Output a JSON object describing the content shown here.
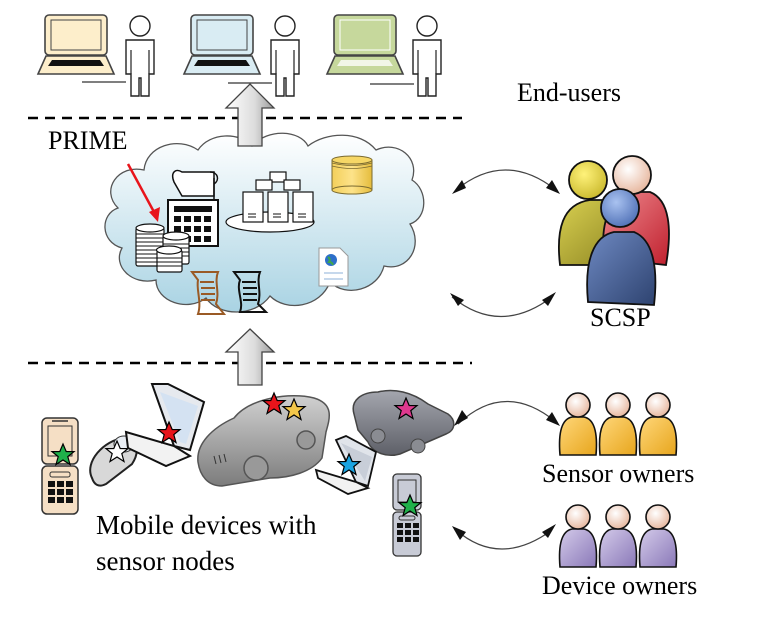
{
  "title": "System architecture: end-users, PRIME cloud, SCSP, mobile devices with sensor nodes",
  "layers": {
    "top": {
      "label": "End-users",
      "users": [
        "end-user-1",
        "end-user-2",
        "end-user-3"
      ],
      "laptop_colors": [
        "#fdeecb",
        "#d9ecf3",
        "#c6d89c"
      ]
    },
    "cloud": {
      "label": "PRIME",
      "contents": [
        "coin-stacks-icon",
        "calculator-icon",
        "server-cluster-icon",
        "database-icon",
        "web-document-icon",
        "scroll-icon",
        "scroll-icon"
      ]
    },
    "bottom": {
      "label_line1": "Mobile devices with",
      "label_line2": "sensor nodes"
    }
  },
  "actors": {
    "scsp": {
      "label": "SCSP",
      "colors": [
        "#d6cc4a",
        "#e8636b",
        "#5873a8"
      ]
    },
    "sensor_owners": {
      "label": "Sensor owners",
      "color": "#f7c342"
    },
    "device_owners": {
      "label": "Device owners",
      "color": "#a596c9"
    }
  },
  "sensor_star_colors": {
    "phone_left": "#1fb04a",
    "flip_phone": "#ffffff",
    "laptop_1": "#e8141b",
    "car_1_a": "#e8141b",
    "car_1_b": "#f3c74a",
    "car_2": "#e0398f",
    "laptop_2": "#1aa3e0",
    "phone_right": "#1fb04a"
  },
  "accent_arrow_color": "#e8141b"
}
